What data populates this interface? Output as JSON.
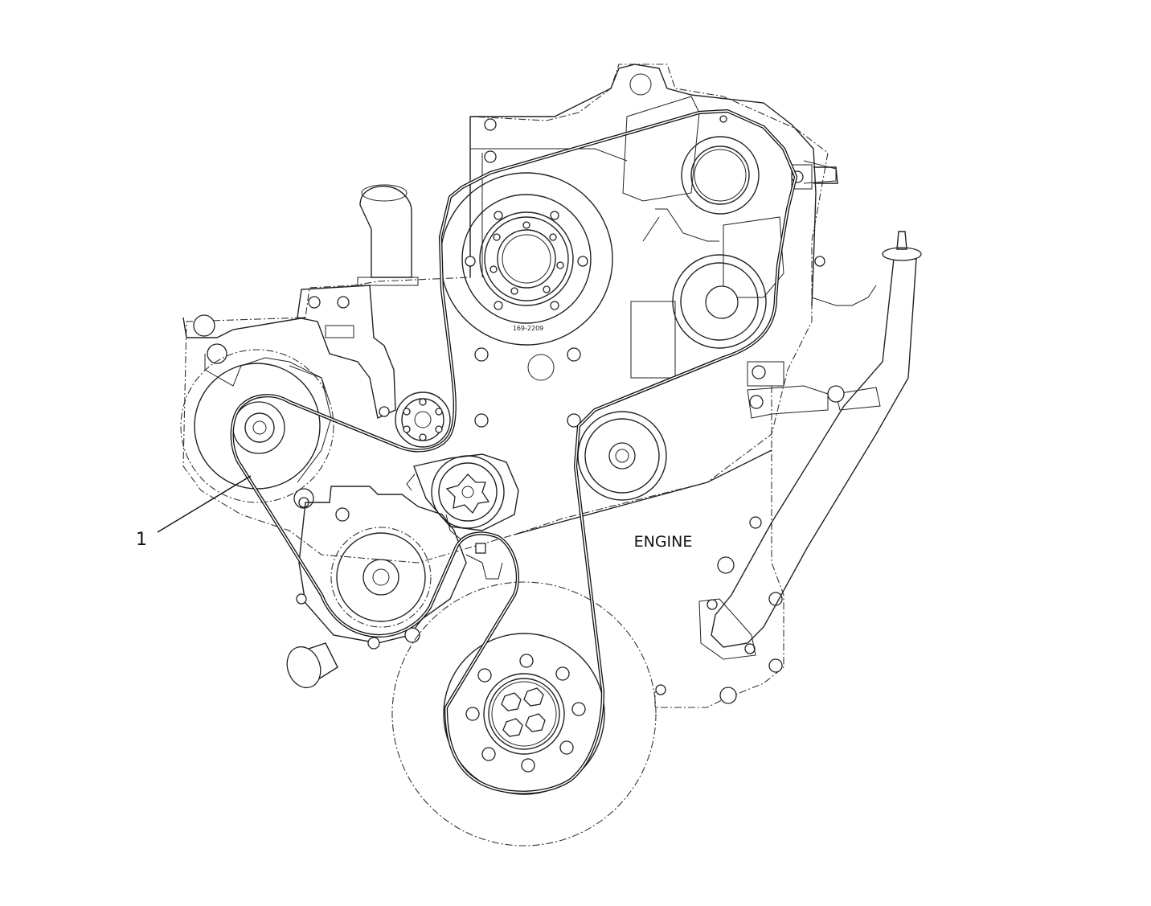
{
  "diagram": {
    "labels": {
      "engine": "ENGINE",
      "callout_1": "1",
      "part_number": "169-2209"
    }
  }
}
